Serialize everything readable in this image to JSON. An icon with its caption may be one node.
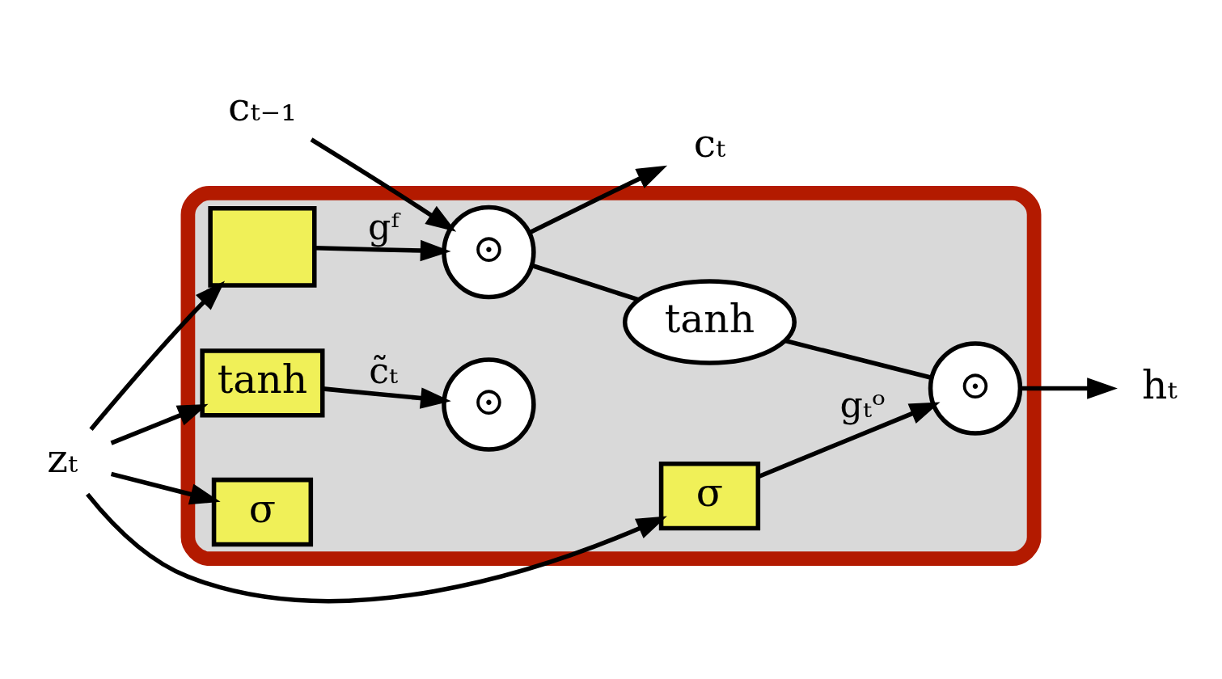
{
  "diagram": {
    "nodes": [
      {
        "text": [],
        "shape": "box"
      },
      {
        "text": [
          "cₜ₋₁"
        ]
      },
      {
        "text": [
          "⊙"
        ],
        "in": 0
      },
      {
        "text": [],
        "shape": "box",
        "in": 0
      },
      {
        "text": [
          "⊙"
        ],
        "in": 0
      },
      {
        "text": [
          "σ"
        ],
        "in": 0
      },
      {
        "text": [
          "tanh"
        ],
        "in": 0
      },
      {
        "text": [
          "tanh"
        ],
        "in": 0
      },
      {
        "text": [
          "⊙"
        ],
        "in": 0
      },
      {
        "text": [
          "σ"
        ],
        "in": 0
      },
      {
        "text": [
          "cₜ"
        ]
      },
      {
        "text": [
          "hₜ"
        ]
      },
      {
        "text": [
          "zₜ"
        ]
      }
    ],
    "edges": [
      {
        "from": 1,
        "to": 2,
        "arrow": "to"
      },
      {
        "from": 3,
        "to": 2,
        "arrow": "to",
        "label": "gᶠ"
      },
      {
        "from": 2,
        "to": 10,
        "arrow": "to"
      },
      {
        "from": 6,
        "to": 4,
        "arrow": "to",
        "label": "c̃ₜ"
      },
      {
        "from": 2,
        "to": 7,
        "arrow": "none"
      },
      {
        "from": 7,
        "to": 8,
        "arrow": "none"
      },
      {
        "from": 9,
        "to": 8,
        "arrow": "to",
        "label": "gₜᵒ"
      },
      {
        "from": 8,
        "to": 11,
        "arrow": "to"
      },
      {
        "from": 12,
        "to": 3,
        "arrow": "to"
      },
      {
        "from": 12,
        "to": 5,
        "arrow": "to"
      },
      {
        "from": 12,
        "to": 6,
        "arrow": "to"
      },
      {
        "from": 12,
        "to": 9,
        "arrow": "to"
      }
    ]
  }
}
